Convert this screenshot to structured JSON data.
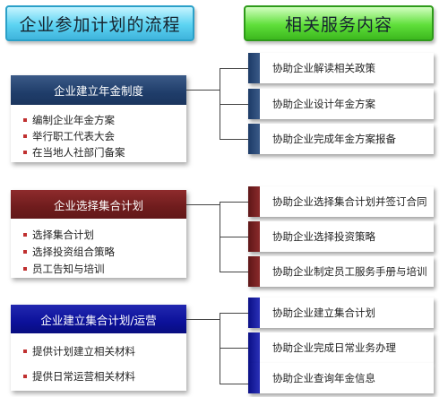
{
  "headers": {
    "left": "企业参加计划的流程",
    "right": "相关服务内容"
  },
  "stages": [
    {
      "title": "企业建立年金制度",
      "bullets": [
        "编制企业年金方案",
        "举行职工代表大会",
        "在当地人社部门备案"
      ],
      "services": [
        "协助企业解读相关政策",
        "协助企业设计年金方案",
        "协助企业完成年金方案报备"
      ]
    },
    {
      "title": "企业选择集合计划",
      "bullets": [
        "选择集合计划",
        "选择投资组合策略",
        "员工告知与培训"
      ],
      "services": [
        "协助企业选择集合计划并签订合同",
        "协助企业选择投资策略",
        "协助企业制定员工服务手册与培训"
      ]
    },
    {
      "title": "企业建立集合计划/运营",
      "bullets": [
        "提供计划建立相关材料",
        "提供日常运营相关材料"
      ],
      "services": [
        "协助企业建立集合计划",
        "协助企业完成日常业务办理",
        "协助企业查询年金信息"
      ]
    }
  ],
  "colors": {
    "stage1": "#1f3d6a",
    "stage2": "#6f1c1d",
    "stage3": "#0c119a",
    "header_left": "#5cd3f2",
    "header_right": "#5fdf3a",
    "bullet_dot": "#c03030"
  }
}
